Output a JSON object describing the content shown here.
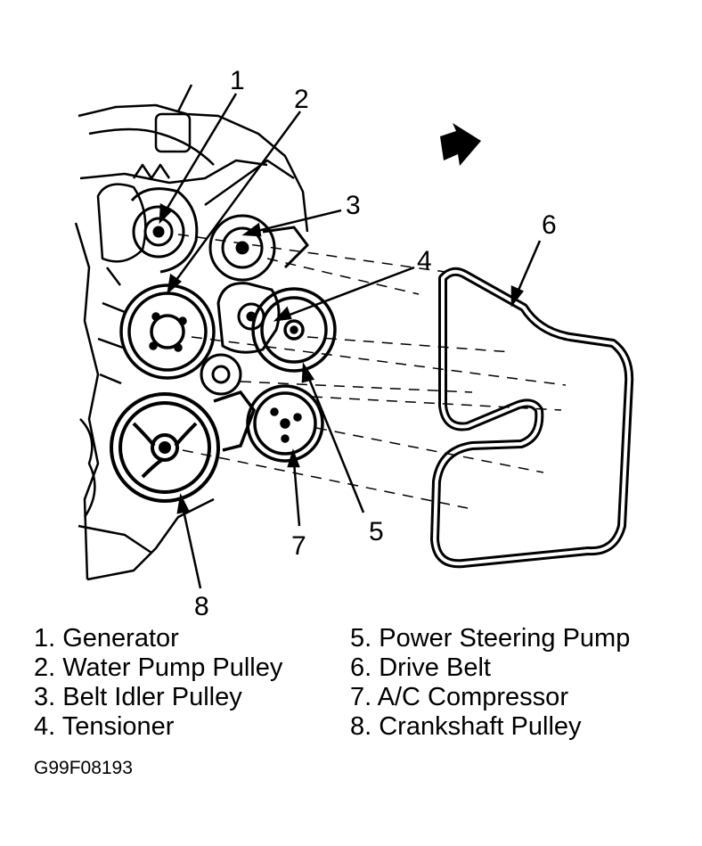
{
  "callouts": [
    "1",
    "2",
    "3",
    "4",
    "5",
    "6",
    "7",
    "8"
  ],
  "legend": {
    "left": [
      "1. Generator",
      "2. Water Pump Pulley",
      "3. Belt Idler Pulley",
      "4. Tensioner"
    ],
    "right": [
      "5. Power Steering Pump",
      "6. Drive Belt",
      "7. A/C Compressor",
      "8. Crankshaft Pulley"
    ]
  },
  "figure_code": "G99F08193",
  "icons": {
    "direction": "arrow-right-icon"
  }
}
